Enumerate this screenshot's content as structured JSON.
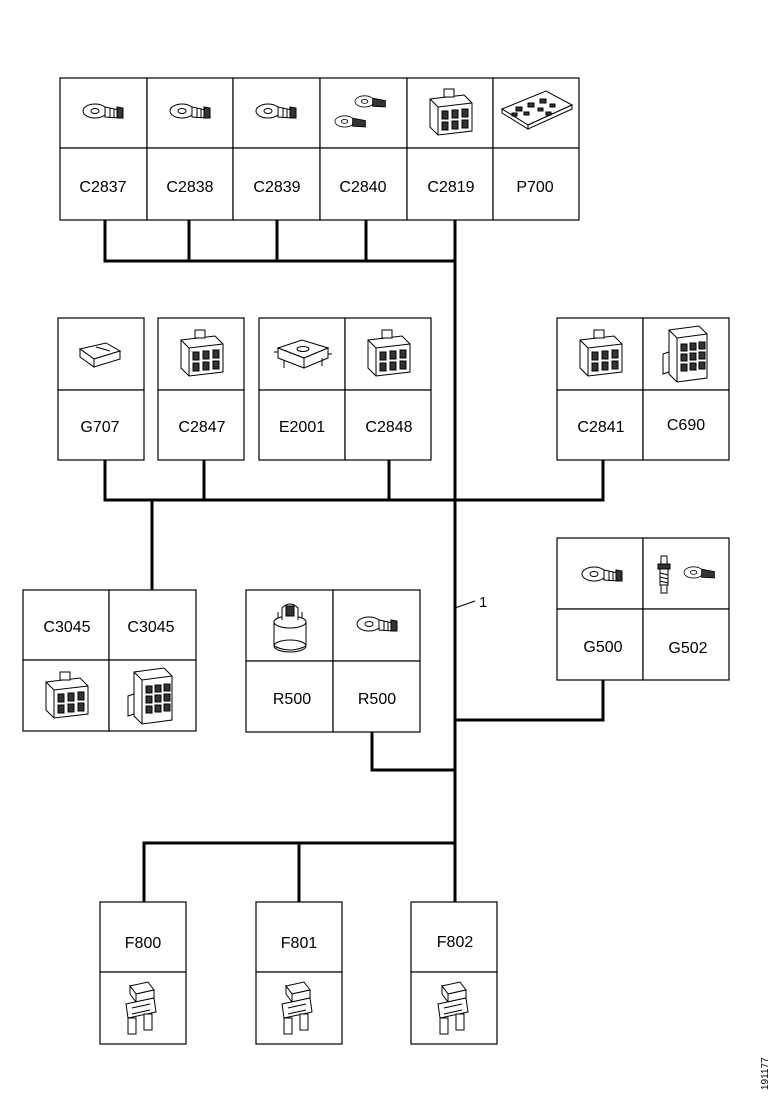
{
  "callout": "1",
  "doc_id": "191177",
  "groups": {
    "top": {
      "cells": [
        {
          "label": "C2837",
          "icon": "ring-terminal-icon"
        },
        {
          "label": "C2838",
          "icon": "ring-terminal-icon"
        },
        {
          "label": "C2839",
          "icon": "ring-terminal-icon"
        },
        {
          "label": "C2840",
          "icon": "double-ring-terminal-icon"
        },
        {
          "label": "C2819",
          "icon": "multi-pin-connector-icon"
        },
        {
          "label": "P700",
          "icon": "circuit-board-icon"
        }
      ]
    },
    "row2_left": {
      "cells": [
        {
          "label": "G707",
          "icon": "small-connector-icon"
        },
        {
          "label": "C2847",
          "icon": "multi-pin-connector-icon"
        },
        {
          "label": "E2001",
          "icon": "module-housing-icon"
        },
        {
          "label": "C2848",
          "icon": "multi-pin-connector-icon"
        }
      ]
    },
    "row2_right": {
      "cells": [
        {
          "label": "C2841",
          "icon": "multi-pin-connector-icon"
        },
        {
          "label": "C690",
          "icon": "large-connector-icon"
        }
      ]
    },
    "c3045": {
      "cells": [
        {
          "label": "C3045",
          "icon": "multi-pin-connector-icon"
        },
        {
          "label": "C3045",
          "icon": "large-connector-icon"
        }
      ]
    },
    "r500": {
      "cells": [
        {
          "label": "R500",
          "icon": "resistor-icon"
        },
        {
          "label": "R500",
          "icon": "ring-terminal-icon"
        }
      ]
    },
    "g500": {
      "cells": [
        {
          "label": "G500",
          "icon": "ring-terminal-icon"
        },
        {
          "label": "G502",
          "icon": "ground-stud-icon"
        }
      ]
    },
    "fuses": {
      "cells": [
        {
          "label": "F800",
          "icon": "fuse-icon"
        },
        {
          "label": "F801",
          "icon": "fuse-icon"
        },
        {
          "label": "F802",
          "icon": "fuse-icon"
        }
      ]
    }
  }
}
